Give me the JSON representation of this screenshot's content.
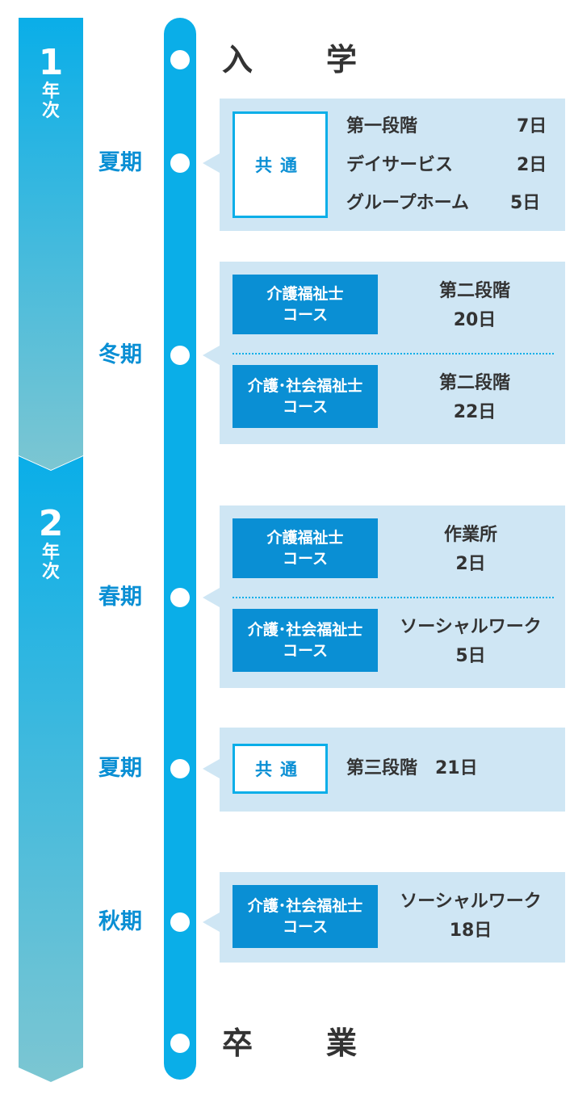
{
  "years": [
    {
      "num": "1",
      "suffix_1": "年",
      "suffix_2": "次"
    },
    {
      "num": "2",
      "suffix_1": "年",
      "suffix_2": "次"
    }
  ],
  "milestones": {
    "entrance": [
      "入",
      "学"
    ],
    "graduation": [
      "卒",
      "業"
    ]
  },
  "terms": [
    {
      "season": "夏期",
      "rows": [
        {
          "tag": "共通",
          "items": [
            {
              "stage": "第一段階",
              "days": "7日"
            },
            {
              "stage": "デイサービス",
              "days": "2日"
            },
            {
              "stage": "グループホーム",
              "days": "5日"
            }
          ]
        }
      ]
    },
    {
      "season": "冬期",
      "rows": [
        {
          "course": [
            "介護福祉士",
            "コース"
          ],
          "stage": "第二段階",
          "days": "20日"
        },
        {
          "course": [
            "介護･社会福祉士",
            "コース"
          ],
          "stage": "第二段階",
          "days": "22日"
        }
      ]
    },
    {
      "season": "春期",
      "rows": [
        {
          "course": [
            "介護福祉士",
            "コース"
          ],
          "stage": "作業所",
          "days": "2日"
        },
        {
          "course": [
            "介護･社会福祉士",
            "コース"
          ],
          "stage": "ソーシャルワーク",
          "days": "5日"
        }
      ]
    },
    {
      "season": "夏期",
      "rows": [
        {
          "tag": "共通",
          "stage_days": "第三段階　21日"
        }
      ]
    },
    {
      "season": "秋期",
      "rows": [
        {
          "course": [
            "介護･社会福祉士",
            "コース"
          ],
          "stage": "ソーシャルワーク",
          "days": "18日"
        }
      ]
    }
  ],
  "colors": {
    "rail": "#0aaee8",
    "season_text": "#0a8fd4",
    "panel": "#cfe6f4",
    "year_bar_top": "#0aaee8",
    "year_bar_bottom": "#7cc6d2"
  }
}
